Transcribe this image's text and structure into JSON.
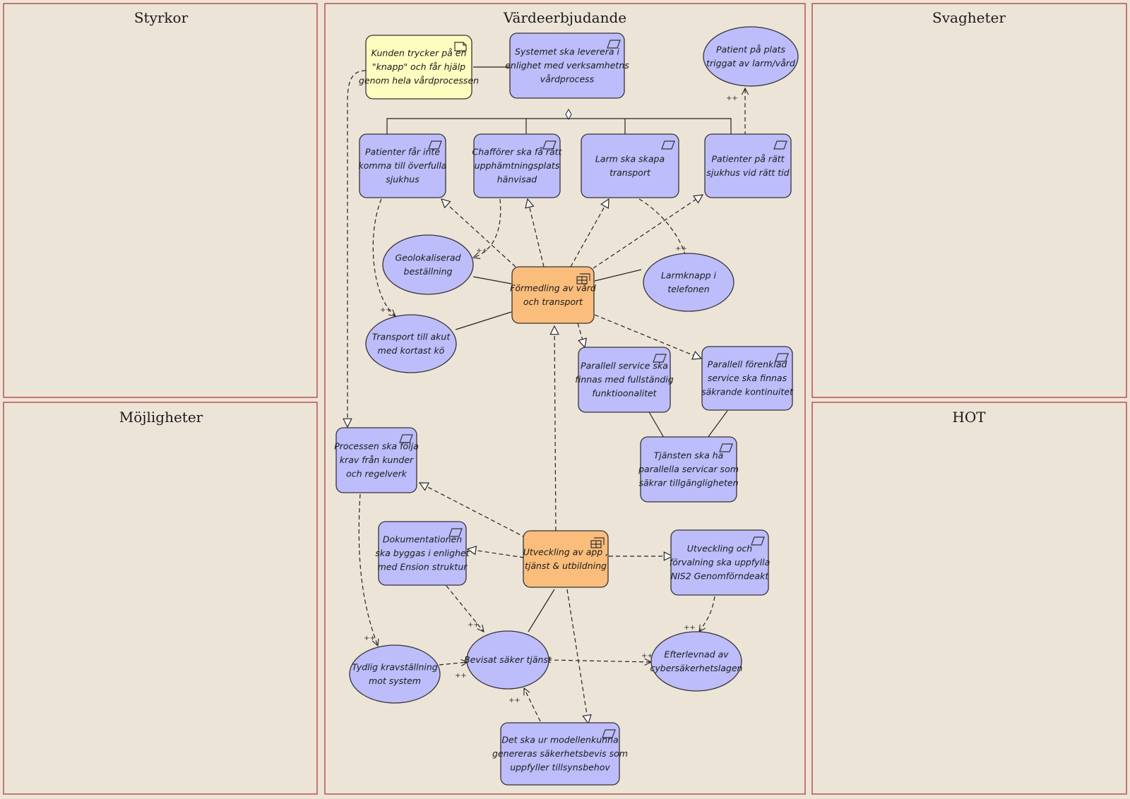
{
  "frames": {
    "strengths": "Styrkor",
    "value": "Värdeerbjudande",
    "weaknesses": "Svagheter",
    "opportunities": "Möjligheter",
    "threats": "HOT"
  },
  "nodes": {
    "kunden": [
      "Kunden trycker på en",
      "\"knapp\" och får hjälp",
      "genom hela vårdprocessen"
    ],
    "systemet": [
      "Systemet ska leverera i",
      "enlighet med verksamhetns",
      "vårdprocess"
    ],
    "patient_plats": [
      "Patient på plats",
      "triggat av larm/vård"
    ],
    "overfulla": [
      "Patienter får inte",
      "komma till överfulla",
      "sjukhus"
    ],
    "chaufforen": [
      "Chafförer ska få rätt",
      "upphämtningsplats",
      "hänvisad"
    ],
    "larm_transport": [
      "Larm ska skapa",
      "transport"
    ],
    "ratt_sjukhus": [
      "Patienter på rätt",
      "sjukhus vid rätt tid"
    ],
    "geolok": [
      "Geolokaliserad",
      "beställning"
    ],
    "formedling": [
      "Förmedling av vård",
      "och transport"
    ],
    "larmknapp": [
      "Larmknapp i",
      "telefonen"
    ],
    "transport_akut": [
      "Transport till akut",
      "med kortast kö"
    ],
    "parallell_full": [
      "Parallell service ska",
      "finnas med fullständig",
      "funktioonalitet"
    ],
    "parallell_forenklad": [
      "Parallell förenklad",
      "service ska finnas",
      "säkrande kontinuitet"
    ],
    "processen": [
      "Processen ska följa",
      "krav från kunder",
      "och regelverk"
    ],
    "tjansten": [
      "Tjänsten ska ha",
      "parallella servicar som",
      "säkrar tillgängligheten"
    ],
    "dokumentation": [
      "Dokumentationen",
      "ska byggas i enlighet",
      "med Ension struktur"
    ],
    "utveckling_app": [
      "Utveckling av app ,",
      "tjänst & utbildning"
    ],
    "utveckling_nis2": [
      "Utveckling och",
      "förvalning ska uppfylla",
      "NIS2 Genomförndeakt"
    ],
    "bevisat": [
      "Bevisat säker tjänst"
    ],
    "tydlig": [
      "Tydlig kravställning",
      "mot system"
    ],
    "efterlevnad": [
      "Efterlevnad av",
      "cybersäkerhetslagen"
    ],
    "modellen": [
      "Det ska ur modellenkunna",
      "genereras säkerhetsbevis som",
      "uppfyller tillsynsbehov"
    ]
  },
  "influence_label": "++",
  "colors": {
    "background": "#ede4d8",
    "frame": "#a8302a",
    "requirement": "#bdbdfb",
    "work_package": "#fbbd7c",
    "note": "#fdfdc0"
  },
  "icons": {
    "requirement": "parallelogram-icon",
    "work_package": "grid-icon",
    "note": "folded-note-icon"
  }
}
